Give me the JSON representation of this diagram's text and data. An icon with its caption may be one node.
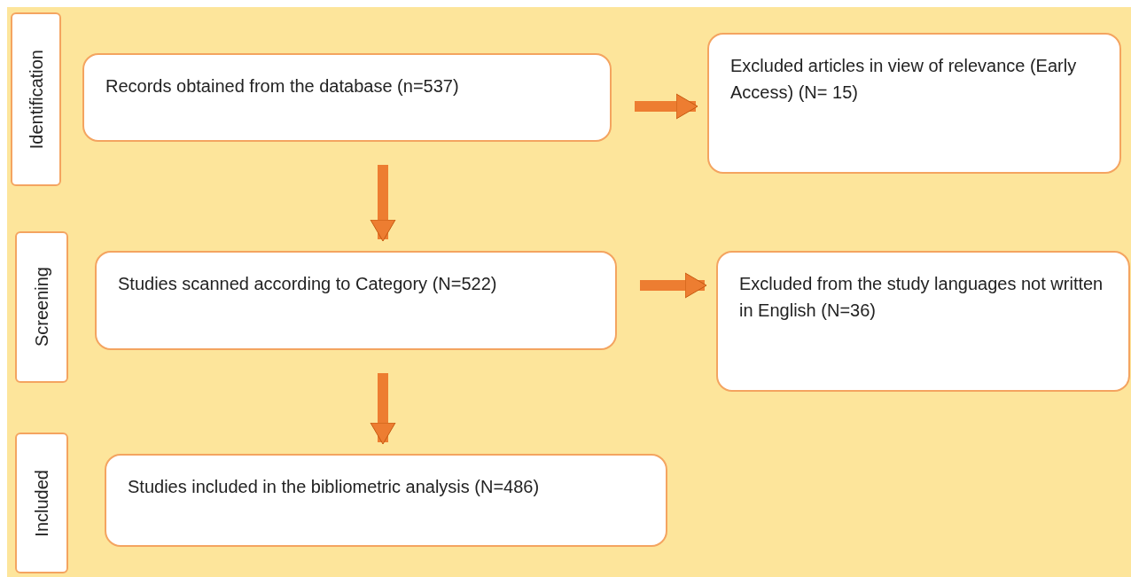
{
  "diagram": {
    "nodes": [
      {
        "text": [
          "Identification"
        ]
      },
      {
        "text": [
          "Records obtained from the database (n=537)"
        ]
      },
      {
        "text": [
          "Excluded articles in view of relevance (Early Access) (N= 15)"
        ]
      },
      {
        "text": [
          "Screening"
        ]
      },
      {
        "text": [
          "Studies scanned according to Category (N=522)"
        ]
      },
      {
        "text": [
          "Excluded from the study languages not written in English (N=36)"
        ]
      },
      {
        "text": [
          "Included"
        ]
      },
      {
        "text": [
          "Studies included in the bibliometric analysis (N=486)"
        ]
      }
    ],
    "edges": [
      {
        "from": 1,
        "to": 2,
        "arrow": "to"
      },
      {
        "from": 1,
        "to": 4,
        "arrow": "to"
      },
      {
        "from": 4,
        "to": 5,
        "arrow": "to"
      },
      {
        "from": 4,
        "to": 7,
        "arrow": "to"
      }
    ]
  }
}
